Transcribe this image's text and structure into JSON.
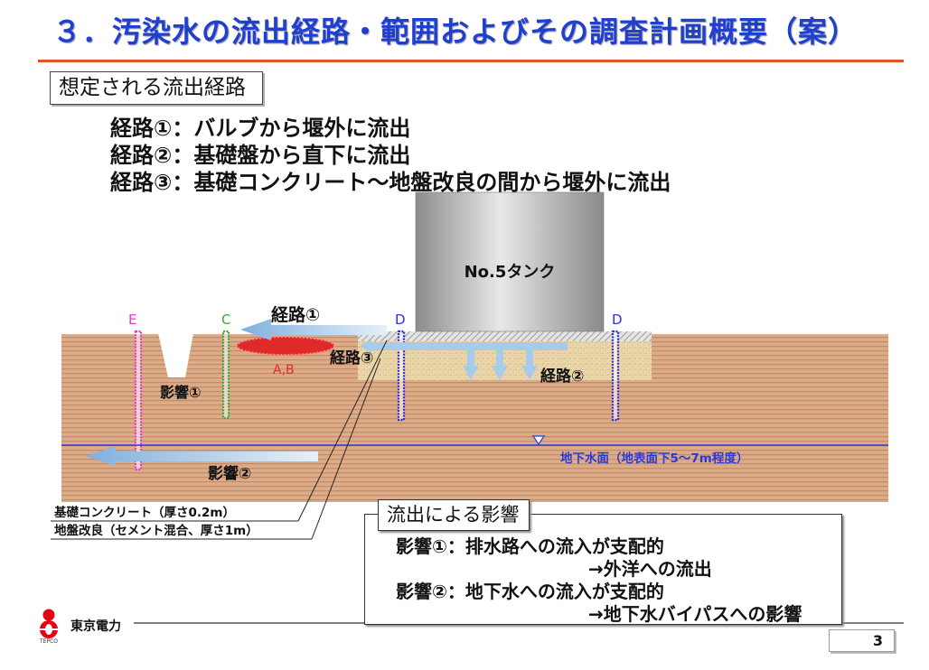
{
  "title": "３．汚染水の流出経路・範囲およびその調査計画概要（案）",
  "section_label": "想定される流出経路",
  "routes": [
    "経路①：バルブから堰外に流出",
    "経路②：基礎盤から直下に流出",
    "経路③：基礎コンクリート～地盤改良の間から堰外に流出"
  ],
  "diagram": {
    "tank_label": "No.5タンク",
    "wells": [
      {
        "label": "E"
      },
      {
        "label": "C"
      },
      {
        "label": "D"
      },
      {
        "label": "D"
      }
    ],
    "leak_area_label": "A,B",
    "route_labels": [
      "経路①",
      "経路②",
      "経路③"
    ],
    "impact_labels": [
      "影響①",
      "影響②"
    ],
    "groundwater_label": "地下水面（地表面下5～7m程度）",
    "callouts": [
      "基礎コンクリート（厚さ0.2m）",
      "地盤改良（セメント混合、厚さ1m）"
    ]
  },
  "impact_box": {
    "title": "流出による影響",
    "lines": [
      "影響①：排水路への流入が支配的",
      "→外洋への流出",
      "影響②：地下水への流入が支配的",
      "→地下水バイパスへの影響"
    ]
  },
  "footer": {
    "logo_icon": "tepco-logo",
    "logo_text": "TEPCO",
    "company": "東京電力",
    "page_number": "3"
  },
  "colors": {
    "title_blue": "#1f3fd0",
    "accent_red": "#e2512d",
    "well_e": "#e63ad6",
    "well_c": "#3aa83a",
    "well_d": "#3030d0",
    "leak_red": "#e02a2a",
    "arrow_blue": "#a7cbea",
    "arrow_blue_dark": "#7fb0de",
    "groundwater_blue": "#2a3ad8",
    "soil": "#dcab88",
    "soil_stripe": "#c58c6b",
    "improved_ground": "#ead6a9",
    "logo_red": "#e60012"
  }
}
